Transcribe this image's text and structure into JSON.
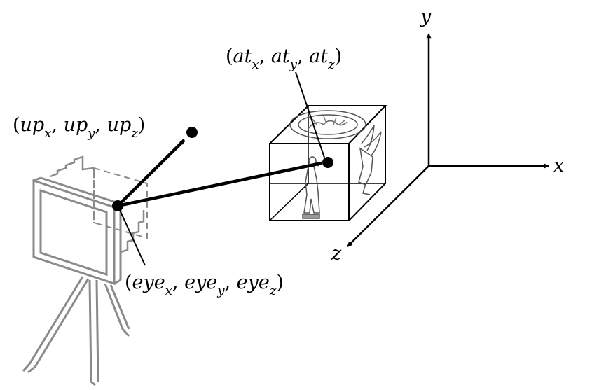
{
  "labels": {
    "up": {
      "open": "(",
      "parts": [
        {
          "base": "up",
          "sub": "x",
          "sep": ", "
        },
        {
          "base": "up",
          "sub": "y",
          "sep": ", "
        },
        {
          "base": "up",
          "sub": "z",
          "sep": ""
        }
      ],
      "close": ")"
    },
    "at": {
      "open": "(",
      "parts": [
        {
          "base": "at",
          "sub": "x",
          "sep": ", "
        },
        {
          "base": "at",
          "sub": "y",
          "sep": ", "
        },
        {
          "base": "at",
          "sub": "z",
          "sep": ""
        }
      ],
      "close": ")"
    },
    "eye": {
      "open": "(",
      "parts": [
        {
          "base": "eye",
          "sub": "x",
          "sep": ", "
        },
        {
          "base": "eye",
          "sub": "y",
          "sep": ", "
        },
        {
          "base": "eye",
          "sub": "z",
          "sep": ""
        }
      ],
      "close": ")"
    }
  },
  "axes": {
    "x": "x",
    "y": "y",
    "z": "z"
  },
  "icons": [
    "camera-icon",
    "tripod-icon",
    "textured-cube-icon",
    "winged-figure-icon",
    "statue-icon",
    "medallion-icon"
  ]
}
